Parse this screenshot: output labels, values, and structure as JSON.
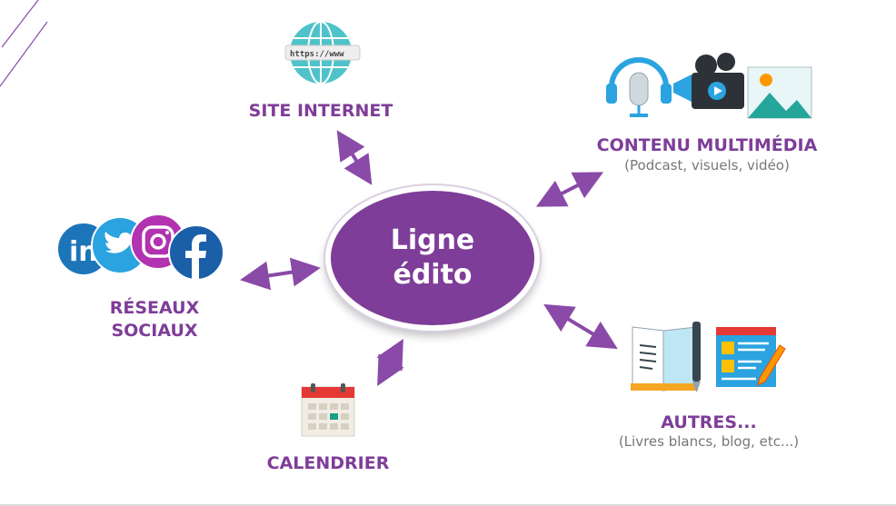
{
  "center": {
    "label": "Ligne édito"
  },
  "nodes": {
    "site": {
      "title": "SITE INTERNET",
      "url_badge": "https://www"
    },
    "multimedia": {
      "title": "CONTENU MULTIMÉDIA",
      "subtitle": "(Podcast, visuels, vidéo)"
    },
    "reseaux": {
      "title_line1": "RÉSEAUX",
      "title_line2": "SOCIAUX"
    },
    "calendrier": {
      "title": "CALENDRIER"
    },
    "autres": {
      "title": "AUTRES...",
      "subtitle": "(Livres blancs, blog, etc...)"
    }
  },
  "social_icons": [
    "linkedin-icon",
    "twitter-icon",
    "instagram-icon",
    "facebook-icon"
  ],
  "colors": {
    "accent": "#7e3d98",
    "arrow": "#8a4aa8",
    "subtitle_gray": "#777777",
    "linkedin": "#1c75b9",
    "twitter": "#2aa3e0",
    "instagram": "#b232b0",
    "facebook": "#1a5fa8"
  }
}
